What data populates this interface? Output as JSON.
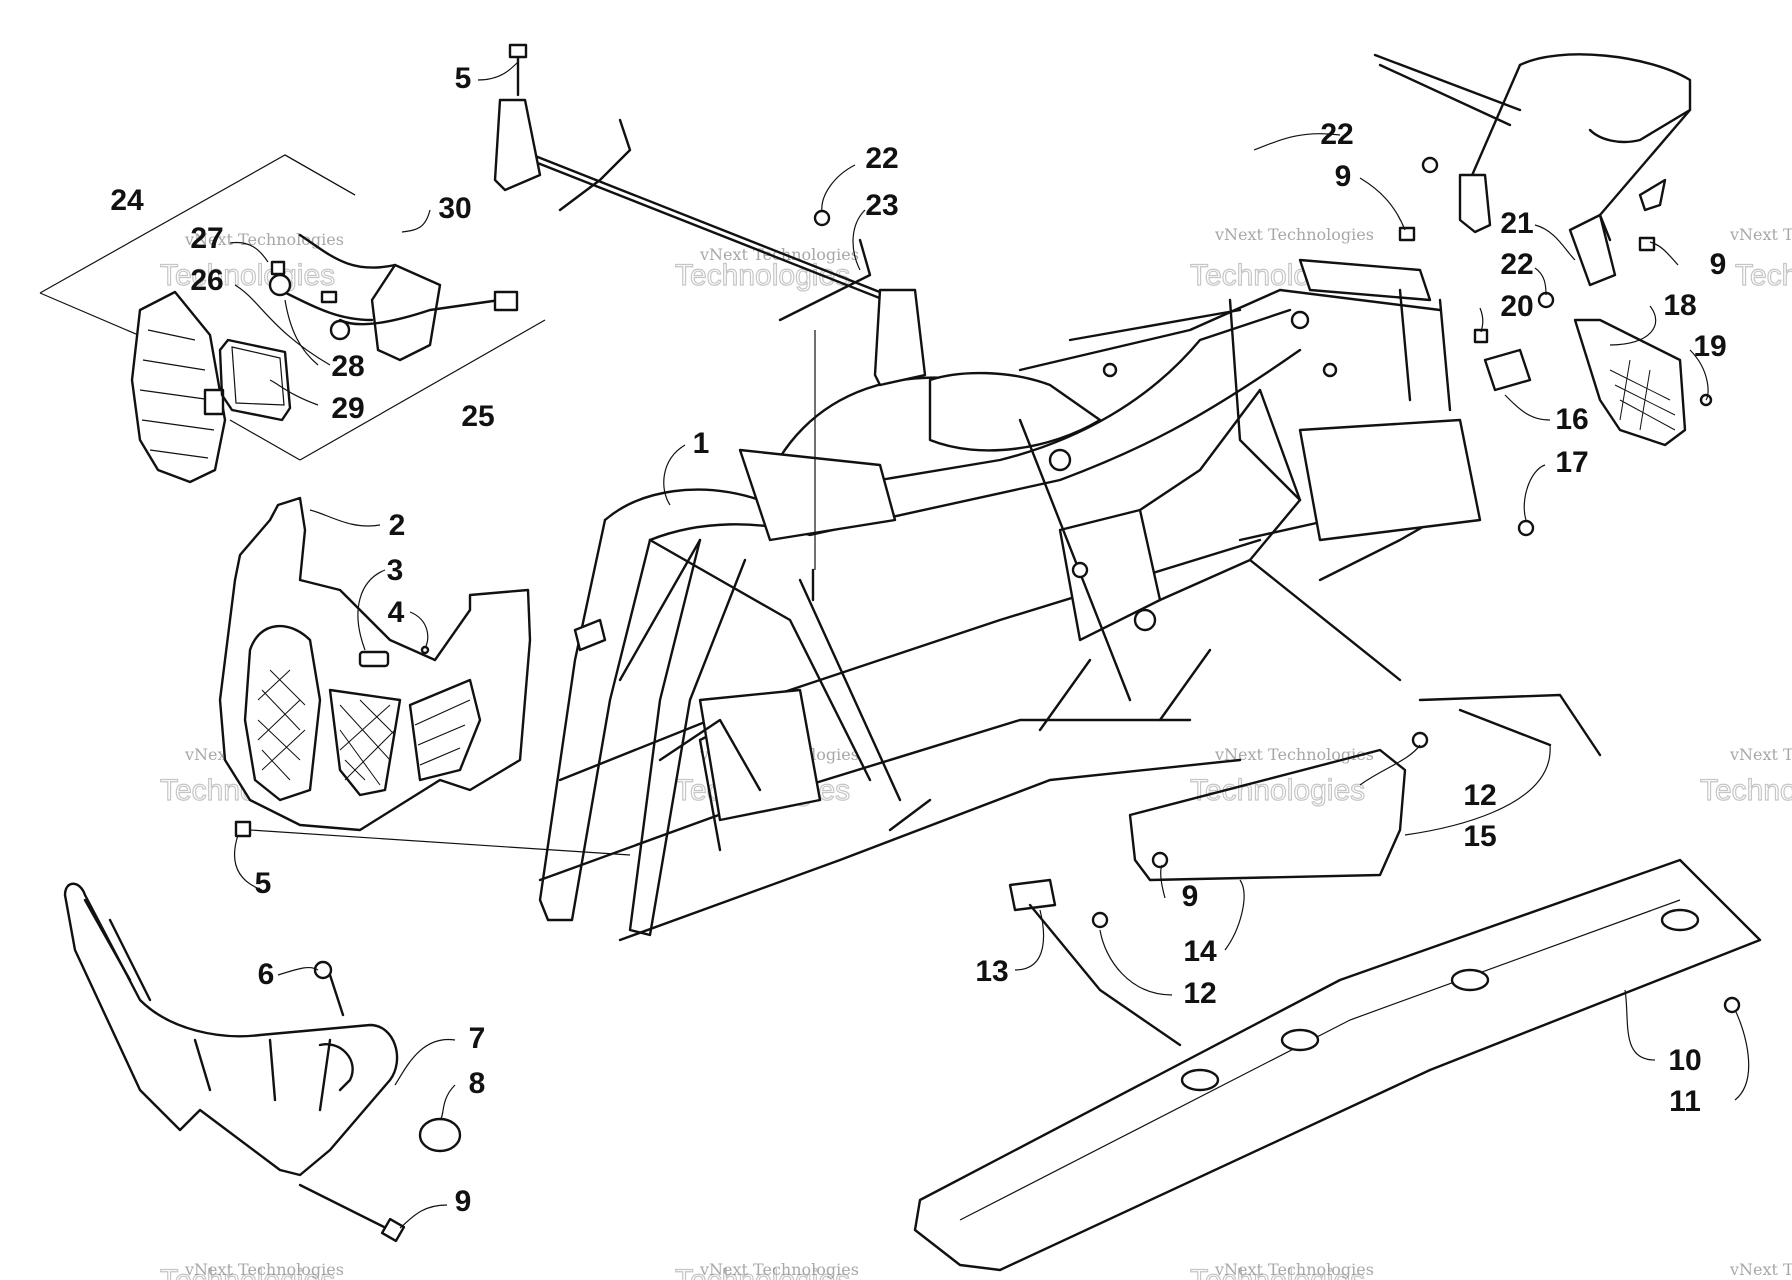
{
  "diagram": {
    "type": "exploded-parts-diagram",
    "watermark": {
      "line1": "vNext Technologies",
      "line2": "Technologies"
    },
    "callouts": [
      {
        "id": "c1",
        "label": "1"
      },
      {
        "id": "c2",
        "label": "2"
      },
      {
        "id": "c3",
        "label": "3"
      },
      {
        "id": "c4",
        "label": "4"
      },
      {
        "id": "c5a",
        "label": "5"
      },
      {
        "id": "c5b",
        "label": "5"
      },
      {
        "id": "c6",
        "label": "6"
      },
      {
        "id": "c7",
        "label": "7"
      },
      {
        "id": "c8",
        "label": "8"
      },
      {
        "id": "c9a",
        "label": "9"
      },
      {
        "id": "c9b",
        "label": "9"
      },
      {
        "id": "c9c",
        "label": "9"
      },
      {
        "id": "c9d",
        "label": "9"
      },
      {
        "id": "c10",
        "label": "10"
      },
      {
        "id": "c11",
        "label": "11"
      },
      {
        "id": "c12a",
        "label": "12"
      },
      {
        "id": "c12b",
        "label": "12"
      },
      {
        "id": "c13",
        "label": "13"
      },
      {
        "id": "c14",
        "label": "14"
      },
      {
        "id": "c15",
        "label": "15"
      },
      {
        "id": "c16",
        "label": "16"
      },
      {
        "id": "c17",
        "label": "17"
      },
      {
        "id": "c18",
        "label": "18"
      },
      {
        "id": "c19",
        "label": "19"
      },
      {
        "id": "c20",
        "label": "20"
      },
      {
        "id": "c21",
        "label": "21"
      },
      {
        "id": "c22a",
        "label": "22"
      },
      {
        "id": "c22b",
        "label": "22"
      },
      {
        "id": "c22c",
        "label": "22"
      },
      {
        "id": "c23",
        "label": "23"
      },
      {
        "id": "c24",
        "label": "24"
      },
      {
        "id": "c25",
        "label": "25"
      },
      {
        "id": "c26",
        "label": "26"
      },
      {
        "id": "c27",
        "label": "27"
      },
      {
        "id": "c28",
        "label": "28"
      },
      {
        "id": "c29",
        "label": "29"
      },
      {
        "id": "c30",
        "label": "30"
      }
    ]
  }
}
